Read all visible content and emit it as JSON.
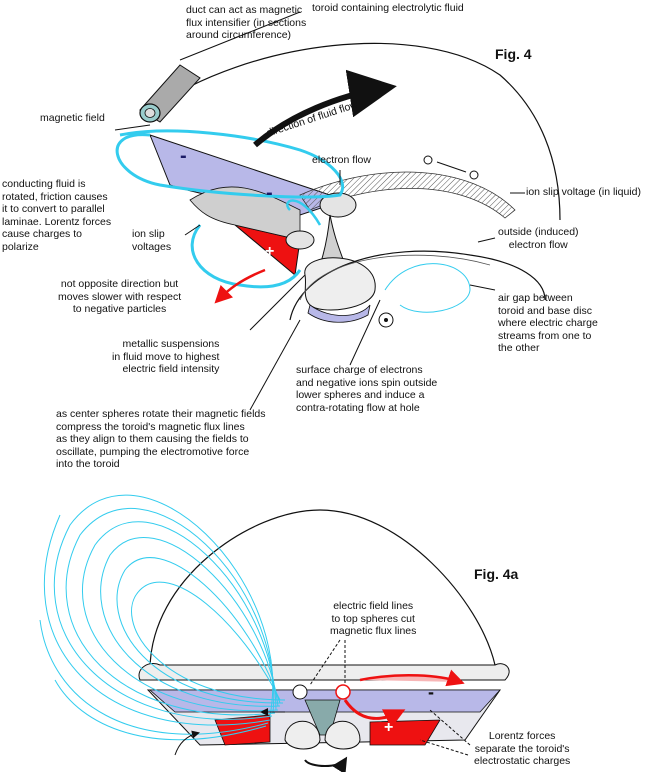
{
  "fig4": {
    "title": "Fig. 4",
    "labels": {
      "duct": "duct can act as magnetic\nflux intensifier (in sections\naround circumference)",
      "toroid": "toroid containing electrolytic fluid",
      "magnetic_field": "magnetic field",
      "fluid_flow": "direction of fluid flow",
      "electron_flow": "electron flow",
      "conducting_fluid": "conducting fluid is\nrotated, friction causes\nit to convert to parallel\nlaminae. Lorentz forces\ncause charges to\npolarize",
      "ion_slip_voltages": "ion slip\nvoltages",
      "ion_slip_liquid": "ion slip voltage (in liquid)",
      "outside_electron_flow": "outside (induced)\nelectron flow",
      "not_opposite": "not opposite direction but\nmoves slower with respect\nto negative particles",
      "air_gap": "air gap between\ntoroid and base disc\nwhere electric charge\nstreams from one to\nthe other",
      "metallic": "metallic suspensions\nin fluid move to highest\nelectric field intensity",
      "surface_charge": "surface charge of electrons\nand negative ions spin outside\nlower spheres and induce a\ncontra-rotating flow at hole",
      "center_spheres": "as center spheres rotate their magnetic fields\ncompress the toroid's magnetic flux lines\nas they align to them causing the fields to\noscillate, pumping the electromotive force\ninto the toroid"
    }
  },
  "fig4a": {
    "title": "Fig. 4a",
    "labels": {
      "electric_field_lines": "electric field lines\nto top spheres cut\nmagnetic flux lines",
      "lorentz": "Lorentz forces\nseparate the toroid's\nelectrostatic charges"
    }
  },
  "symbols": {
    "minus": "-",
    "plus": "+"
  },
  "colors": {
    "field_line": "#33ccee",
    "positive_region": "#ee1111",
    "negative_region": "#b8b8e8",
    "line": "#111111"
  }
}
